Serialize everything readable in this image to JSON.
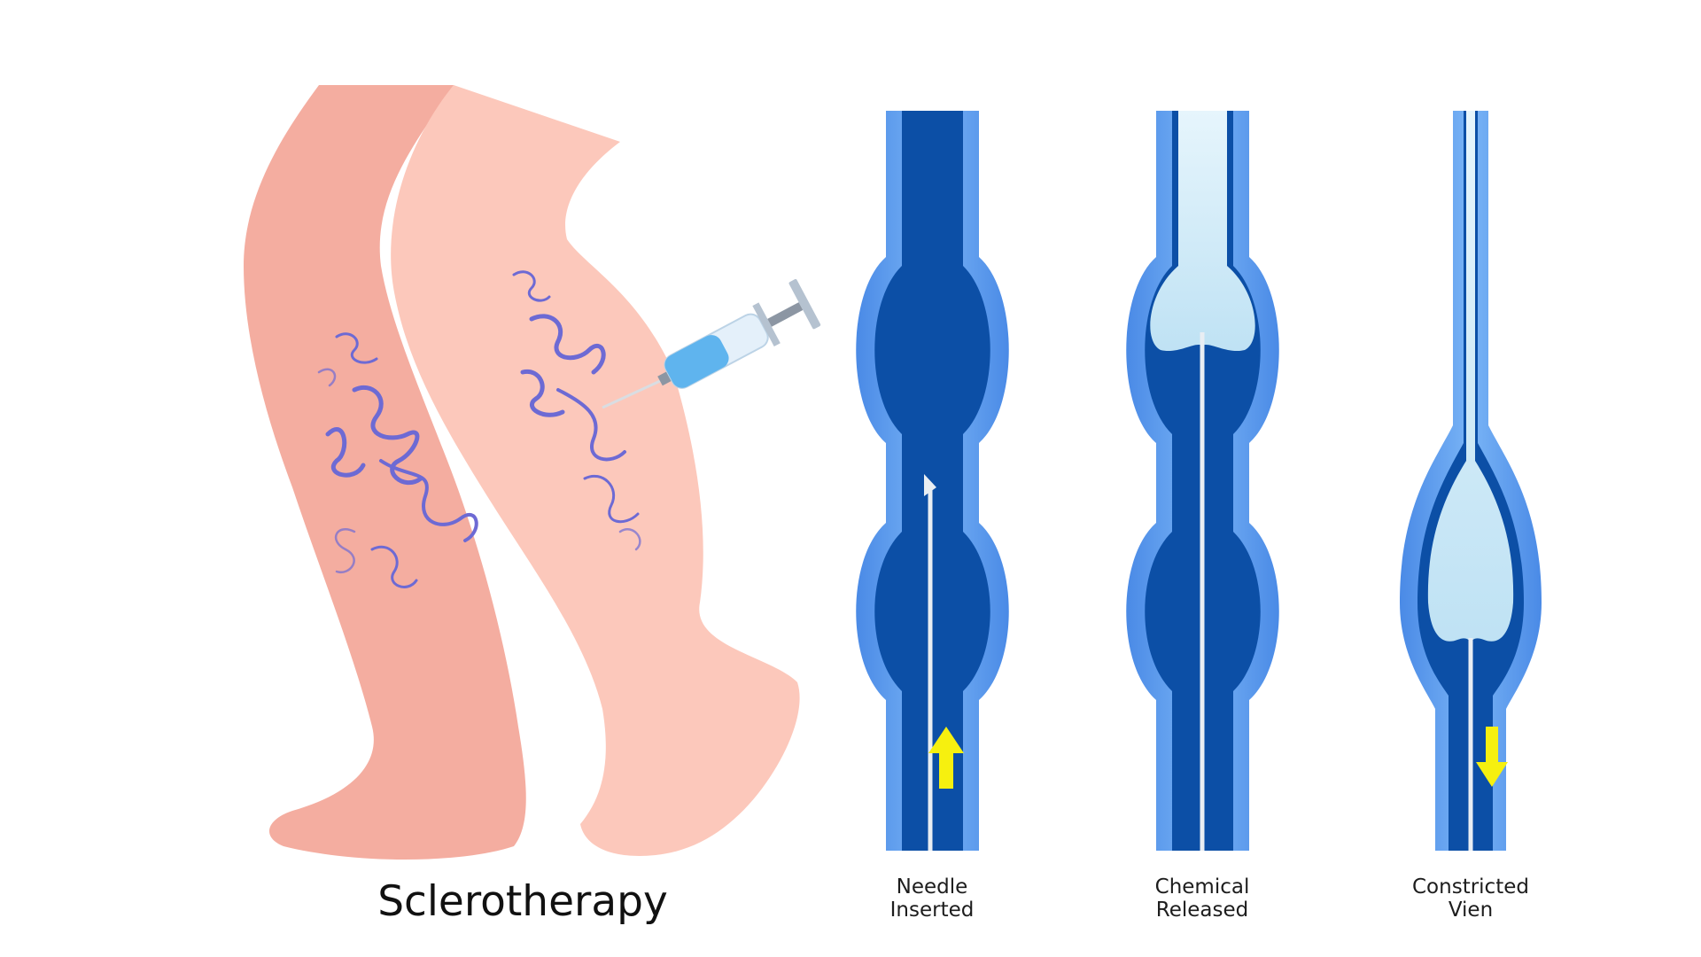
{
  "title": "Sclerotherapy",
  "steps": [
    {
      "line1": "Needle",
      "line2": "Inserted",
      "arrow": "up-arrow-icon"
    },
    {
      "line1": "Chemical",
      "line2": "Released",
      "arrow": "none"
    },
    {
      "line1": "Constricted",
      "line2": "Vien",
      "arrow": "down-arrow-icon"
    }
  ],
  "colors": {
    "skin_back": "#f4ada0",
    "skin_front": "#fcc8bb",
    "vein_wall": "#5d9ef0",
    "vein_wall_inner": "#3f7fe0",
    "vein_lumen": "#0c4fa6",
    "chemical": "#cfe9f7",
    "needle": "#e9eef3",
    "arrow": "#f6f00f",
    "varicose": "#6d6ad4",
    "syringe_fluid": "#5fb4ee"
  }
}
